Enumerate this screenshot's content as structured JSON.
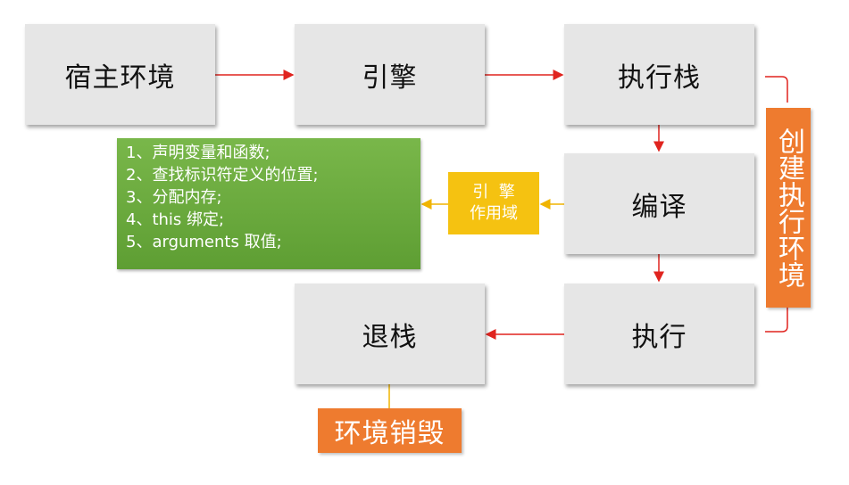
{
  "nodes": {
    "host": "宿主环境",
    "engine": "引擎",
    "stack": "执行栈",
    "compile": "编译",
    "exec": "执行",
    "pop": "退栈"
  },
  "steps": [
    "1、声明变量和函数;",
    "2、查找标识符定义的位置;",
    "3、分配内存;",
    "4、this 绑定;",
    "5、arguments 取值;"
  ],
  "scope": {
    "line1": "引  擎",
    "line2": "作用域"
  },
  "create_env": "创建执行环境",
  "destroy_env": "环境销毁",
  "colors": {
    "arrow": "#e0241f",
    "gold_line": "#f0b400",
    "orange": "#ee7b2f",
    "green": "#6aaa3d"
  }
}
